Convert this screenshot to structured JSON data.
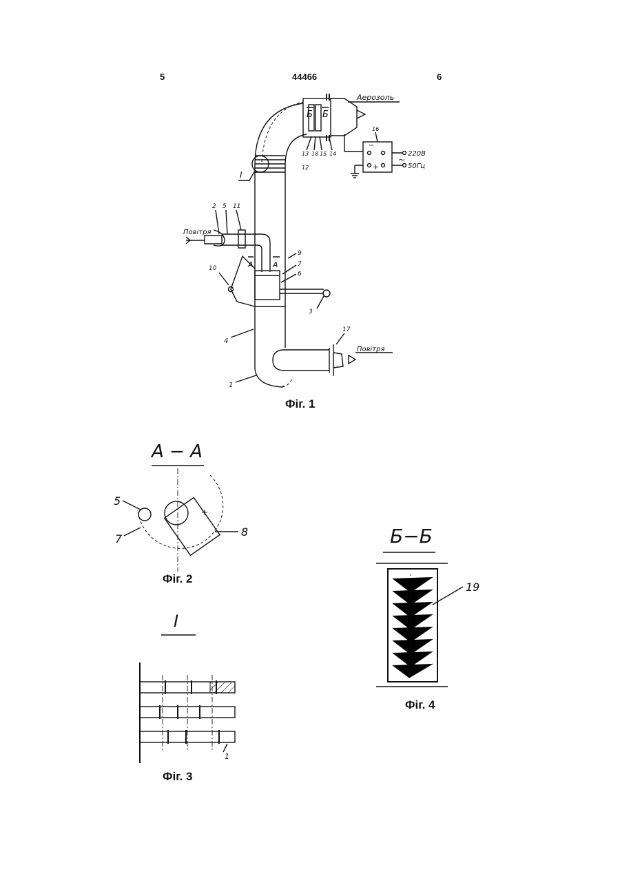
{
  "header": {
    "page_left": "5",
    "patent_number": "44466",
    "page_right": "6"
  },
  "fig1": {
    "caption": "Фіг. 1",
    "label_aerosol": "Аерозоль",
    "label_air_in": "Повітря",
    "label_air_out": "Повітря",
    "voltage": "220В",
    "tilde": "~",
    "frequency": "50Гц",
    "minus": "−",
    "plus": "+",
    "section_a_left": "А",
    "section_a_right": "А",
    "section_b_left": "Б",
    "section_b_right": "Б",
    "detail_mark": "І",
    "refs": {
      "r1": "1",
      "r2": "2",
      "r3": "3",
      "r4": "4",
      "r5": "5",
      "r6": "6",
      "r7": "7",
      "r9": "9",
      "r10": "10",
      "r11": "11",
      "r12": "12",
      "r13": "13",
      "r14": "14",
      "r15": "15",
      "r16": "16",
      "r17": "17",
      "r18": "18"
    }
  },
  "fig2": {
    "caption": "Фіг. 2",
    "section_title": "А − А",
    "refs": {
      "r5": "5",
      "r7": "7",
      "r8": "8"
    }
  },
  "fig3": {
    "caption": "Фіг. 3",
    "detail_title": "І",
    "refs": {
      "r1": "1"
    }
  },
  "fig4": {
    "caption": "Фіг. 4",
    "section_title": "Б−Б",
    "refs": {
      "r19": "19"
    }
  }
}
